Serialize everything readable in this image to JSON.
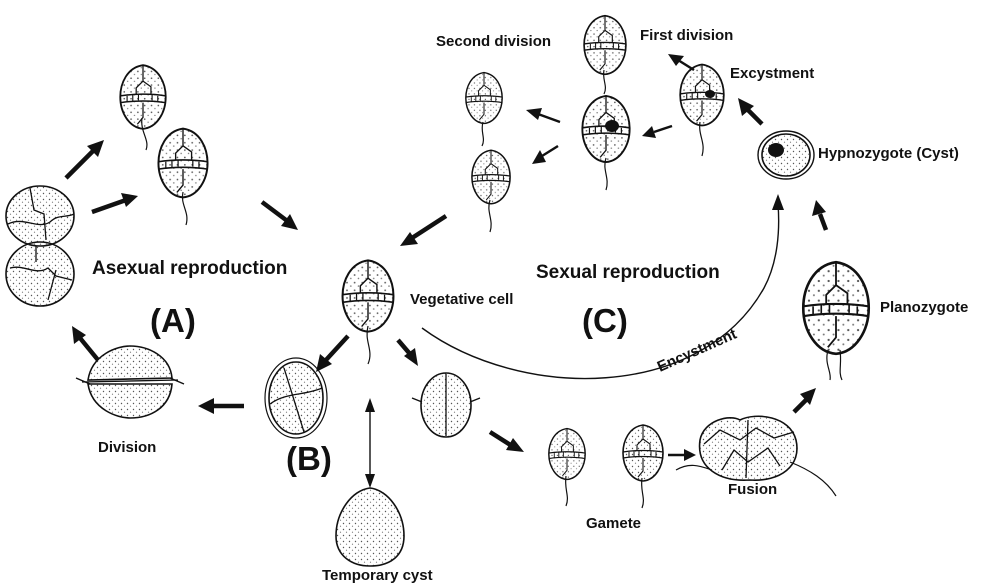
{
  "labels": {
    "second_division": "Second division",
    "first_division": "First division",
    "excystment": "Excystment",
    "hypnozygote": "Hypnozygote (Cyst)",
    "asexual_reproduction": "Asexual reproduction",
    "sexual_reproduction": "Sexual reproduction",
    "vegetative_cell": "Vegetative cell",
    "planozygote": "Planozygote",
    "encystment": "Encystment",
    "division": "Division",
    "temporary_cyst": "Temporary cyst",
    "gamete": "Gamete",
    "fusion": "Fusion",
    "label_a": "(A)",
    "label_b": "(B)",
    "label_c": "(C)"
  }
}
